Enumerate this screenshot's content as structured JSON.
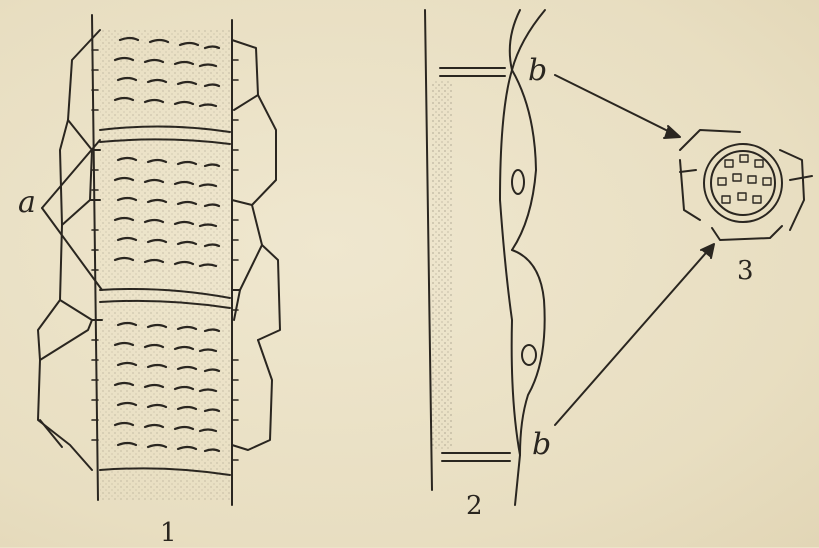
{
  "figure": {
    "labels": {
      "a": "a",
      "b_top": "b",
      "b_bottom": "b",
      "n1": "1",
      "n2": "2",
      "n3": "3"
    },
    "colors": {
      "ink": "#2a2620",
      "paper": "#ece3c8"
    }
  }
}
